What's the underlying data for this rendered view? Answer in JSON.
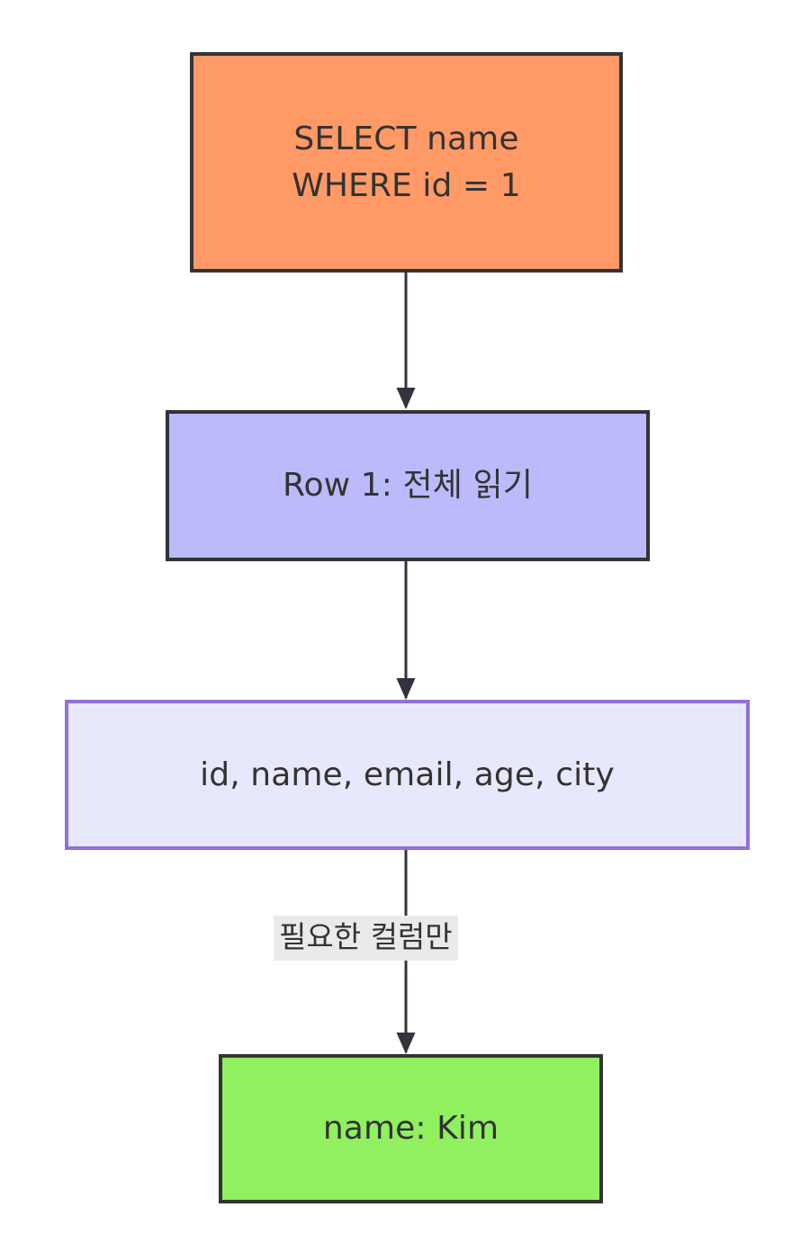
{
  "diagram": {
    "type": "flowchart",
    "direction": "top-to-bottom",
    "background_color": "#ffffff",
    "nodes": [
      {
        "id": "query",
        "lines": [
          "SELECT name",
          "WHERE id = 1"
        ],
        "line1": "SELECT name",
        "line2": "WHERE id = 1",
        "fill_color": "#ff9966",
        "border_color": "#333338",
        "text_color": "#333333"
      },
      {
        "id": "rowread",
        "label": "Row 1: 전체 읽기",
        "fill_color": "#bbbbfb",
        "border_color": "#333338",
        "text_color": "#333333"
      },
      {
        "id": "columns",
        "label": "id, name, email, age, city",
        "fill_color": "#e8e8fc",
        "border_color": "#9370db",
        "text_color": "#333333"
      },
      {
        "id": "result",
        "label": "name: Kim",
        "fill_color": "#90f060",
        "border_color": "#333338",
        "text_color": "#333333"
      }
    ],
    "edges": [
      {
        "id": "query-to-rowread",
        "from": "query",
        "to": "rowread",
        "label": ""
      },
      {
        "id": "rowread-to-columns",
        "from": "rowread",
        "to": "columns",
        "label": ""
      },
      {
        "id": "columns-to-result",
        "from": "columns",
        "to": "result",
        "label": "필요한 컬럼만",
        "label_background": "#eaeaea"
      }
    ],
    "edge_color": "#333340"
  }
}
